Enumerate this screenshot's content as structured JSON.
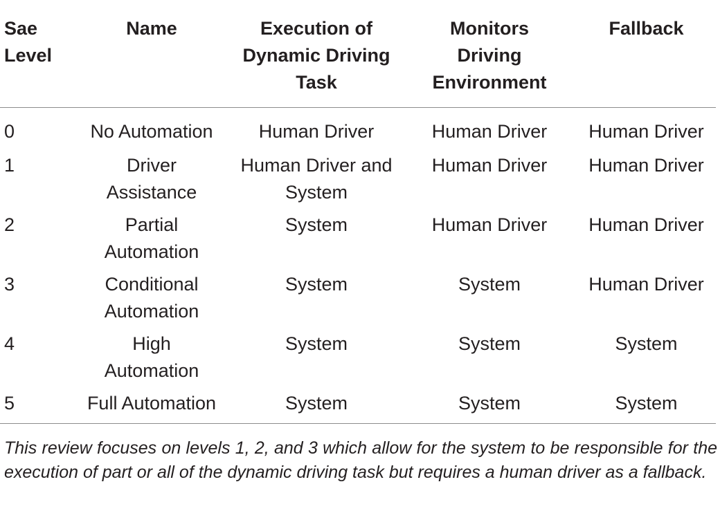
{
  "table": {
    "headers": [
      "Sae\nLevel",
      "Name",
      "Execution of\nDynamic Driving\nTask",
      "Monitors\nDriving\nEnvironment",
      "Fallback"
    ],
    "rows": [
      [
        "0",
        "No Automation",
        "Human Driver",
        "Human Driver",
        "Human Driver"
      ],
      [
        "1",
        "Driver\nAssistance",
        "Human Driver and\nSystem",
        "Human Driver",
        "Human Driver"
      ],
      [
        "2",
        "Partial\nAutomation",
        "System",
        "Human Driver",
        "Human Driver"
      ],
      [
        "3",
        "Conditional\nAutomation",
        "System",
        "System",
        "Human Driver"
      ],
      [
        "4",
        "High\nAutomation",
        "System",
        "System",
        "System"
      ],
      [
        "5",
        "Full Automation",
        "System",
        "System",
        "System"
      ]
    ]
  },
  "footnote": "This review focuses on levels 1, 2, and 3 which allow for the system to be responsible for the execution of part or all of the dynamic driving task but requires a human driver as a fallback."
}
